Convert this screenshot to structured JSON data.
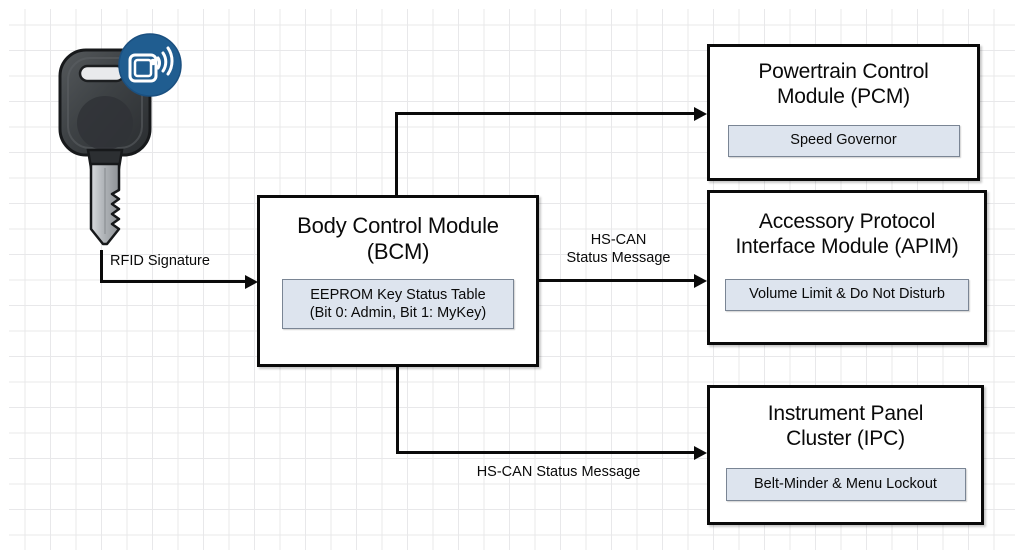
{
  "diagram": {
    "title": "MyKey RFID Signature Distribution",
    "background": {
      "color": "#ffffff",
      "grid_color": "#e8e8ea"
    },
    "accent_colors": {
      "box_border": "#0a0a0a",
      "feature_fill": "#dde4ee",
      "feature_border": "#7a8594",
      "nfc_badge": "#205d90",
      "key_body": "#3b3f42",
      "key_blade": "#b8bcc0"
    }
  },
  "source": {
    "icon_key": "car-key-icon",
    "icon_nfc": "nfc-wireless-icon",
    "label": "RFID key fob"
  },
  "modules": {
    "bcm": {
      "title": "Body Control Module\n(BCM)",
      "feature": "EEPROM Key Status Table\n(Bit 0: Admin, Bit 1: MyKey)"
    },
    "pcm": {
      "title": "Powertrain Control\nModule (PCM)",
      "feature": "Speed Governor"
    },
    "apim": {
      "title": "Accessory Protocol\nInterface Module (APIM)",
      "feature": "Volume Limit & Do Not Disturb"
    },
    "ipc": {
      "title": "Instrument Panel\nCluster (IPC)",
      "feature": "Belt-Minder & Menu Lockout"
    }
  },
  "edges": {
    "key_to_bcm": "RFID Signature",
    "bcm_to_pcm": "",
    "bcm_to_apim": "HS-CAN\nStatus Message",
    "bcm_to_ipc": "HS-CAN Status Message"
  }
}
